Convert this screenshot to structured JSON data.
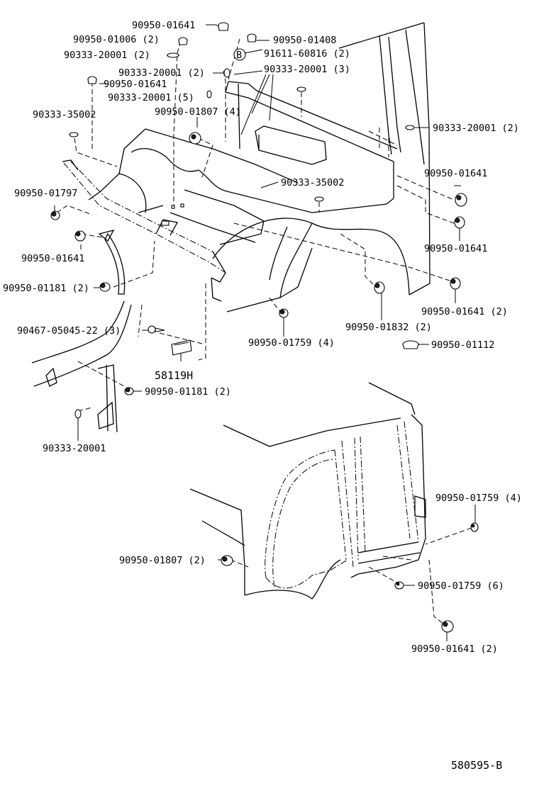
{
  "diagram": {
    "labels": {
      "l01": "90950-01641",
      "l02": "90950-01006 (2)",
      "l03": "90950-01408",
      "l04": "90333-20001 (2)",
      "l05": "91611-60816 (2)",
      "l06": "90333-20001 (2)",
      "l07": "90333-20001 (3)",
      "l08": "90950-01641",
      "l09": "90333-20001 (5)",
      "l10": "90333-35002",
      "l11": "90950-01807 (4)",
      "l12": "90333-20001 (2)",
      "l13": "90950-01641",
      "l14": "90333-35002",
      "l15": "90950-01797",
      "l16": "90950-01641",
      "l17": "90950-01641",
      "l18": "90950-01181 (2)",
      "l19": "90950-01641 (2)",
      "l20": "90467-05045-22 (3)",
      "l21": "90950-01759 (4)",
      "l22": "90950-01832 (2)",
      "l23": "90950-01112",
      "l24": "58119H",
      "l25": "90950-01181 (2)",
      "l26": "90333-20001",
      "l27": "90950-01759 (4)",
      "l28": "90950-01807 (2)",
      "l29": "90950-01759 (6)",
      "l30": "90950-01641 (2)",
      "badge_b": "B",
      "diagram_code": "580595-B"
    }
  }
}
